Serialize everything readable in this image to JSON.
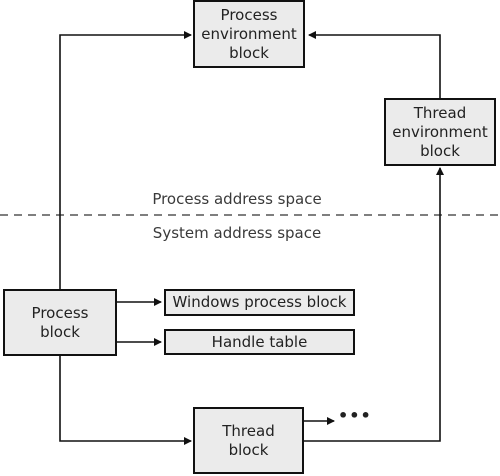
{
  "nodes": {
    "peb": {
      "label": "Process\nenvironment\nblock"
    },
    "teb": {
      "label": "Thread\nenvironment\nblock"
    },
    "process_block": {
      "label": "Process\nblock"
    },
    "win32_process": {
      "label": "Windows process block"
    },
    "handle_table": {
      "label": "Handle table"
    },
    "thread_block": {
      "label": "Thread\nblock"
    }
  },
  "regions": {
    "user": "Process address space",
    "system": "System address space"
  },
  "ellipsis": "•••",
  "colors": {
    "box_fill": "#ebebeb",
    "box_border": "#111111",
    "line": "#111111",
    "divider": "#555555"
  }
}
